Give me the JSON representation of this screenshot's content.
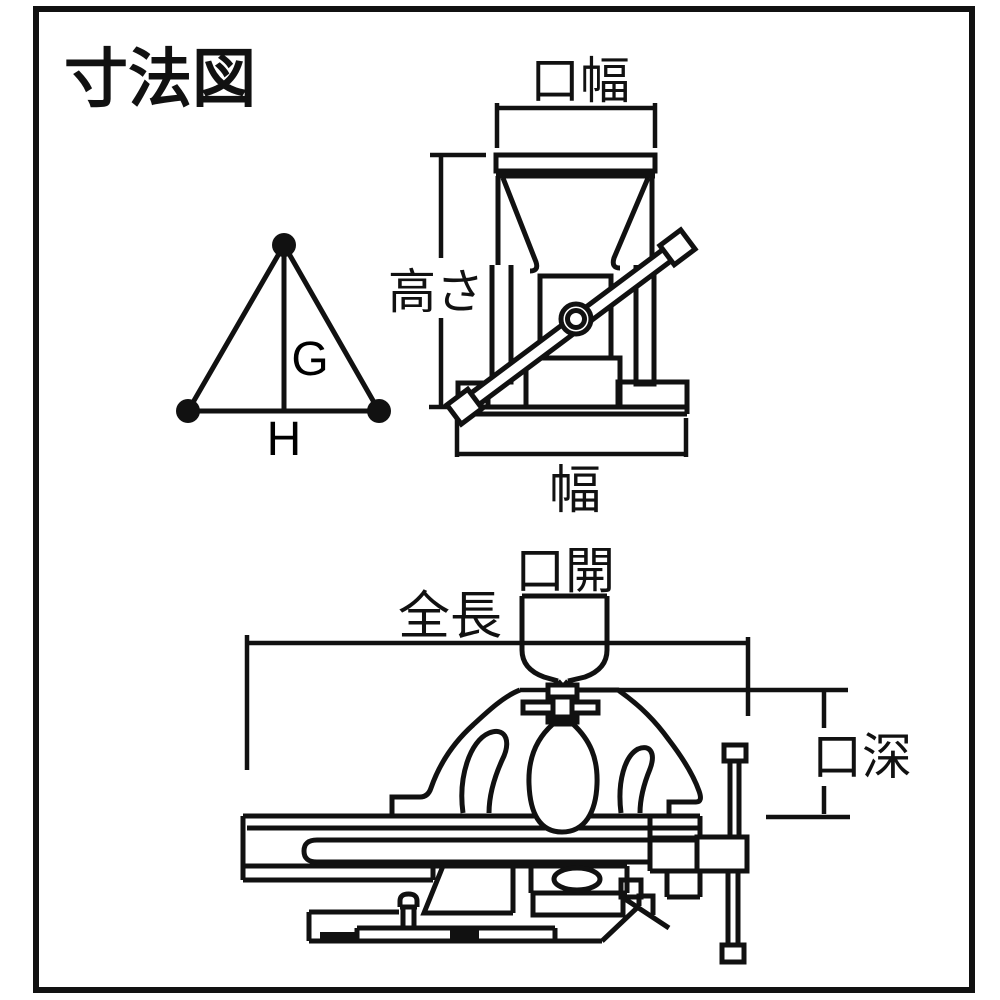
{
  "title": "寸法図",
  "colors": {
    "line": "#111111",
    "background": "#ffffff"
  },
  "gripper_triangle": {
    "g_label": "G",
    "h_label": "H"
  },
  "front_view": {
    "jaw_width_label": "口幅",
    "height_label": "高さ",
    "width_label": "幅"
  },
  "side_view": {
    "jaw_opening_label": "口開",
    "overall_length_label": "全長",
    "jaw_depth_label": "口深"
  }
}
